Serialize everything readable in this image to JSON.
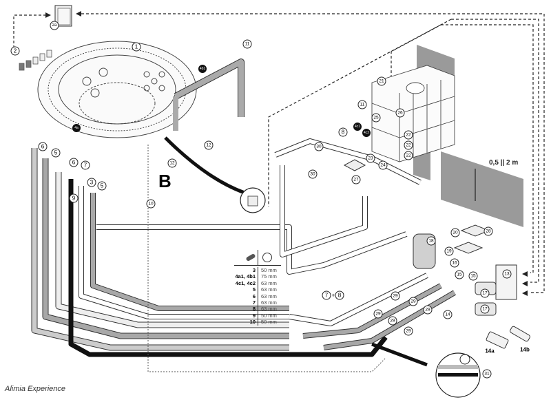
{
  "title": "Alimia Experience installation diagram",
  "caption": "Alimia Experience",
  "detail_label": "B",
  "height_dimension": "0,5 || 2 m",
  "pipe_spec_table": {
    "header_icons": [
      "pipe-icon",
      "diameter-icon"
    ],
    "rows": [
      {
        "ref": "3",
        "diameter": "50 mm"
      },
      {
        "ref": "4a1, 4b1",
        "diameter": "75 mm"
      },
      {
        "ref": "4c1, 4c2",
        "diameter": "63 mm"
      },
      {
        "ref": "5",
        "diameter": "63 mm"
      },
      {
        "ref": "6",
        "diameter": "63 mm"
      },
      {
        "ref": "7",
        "diameter": "63 mm"
      },
      {
        "ref": "8",
        "diameter": "63 mm"
      },
      {
        "ref": "9",
        "diameter": "50 mm"
      },
      {
        "ref": "10",
        "diameter": "50 mm"
      }
    ]
  },
  "callouts": {
    "c1": "1",
    "c2": "2",
    "c2a": "2a",
    "c3": "3",
    "c4a": "4a",
    "c4b": "4b1",
    "c4c1": "4c1",
    "c4c2": "4c2",
    "c5a": "5",
    "c5b": "5",
    "c6a": "6",
    "c6b": "6",
    "c7": "7",
    "c8": "8",
    "c9": "9",
    "c10": "10",
    "c11a": "11",
    "c11b": "11",
    "c12a": "12",
    "c12b": "12",
    "c13": "13",
    "c14": "14",
    "c14a": "14a",
    "c14b": "14b",
    "c15a": "15",
    "c15b": "15",
    "c16": "16",
    "c17a": "17",
    "c17b": "17",
    "c18": "18",
    "c19": "19",
    "c20": "20",
    "c21": "21",
    "c22a": "22",
    "c22b": "22",
    "c22c": "22",
    "c23": "23",
    "c24": "24",
    "c25": "25",
    "c26": "26",
    "c27": "27",
    "c28": "28",
    "c29a": "29",
    "c29b": "29",
    "c29c": "29",
    "c29d": "29",
    "c29e": "29",
    "c29f": "29",
    "c30a": "30",
    "c30b": "30",
    "c31": "31",
    "c7plus8_a": "7",
    "c7plus8_plus": "+",
    "c7plus8_b": "8"
  },
  "colors": {
    "line": "#222222",
    "pipe_grey": "#a8a8a8",
    "pipe_black": "#111111",
    "wall": "#9a9a9a"
  }
}
